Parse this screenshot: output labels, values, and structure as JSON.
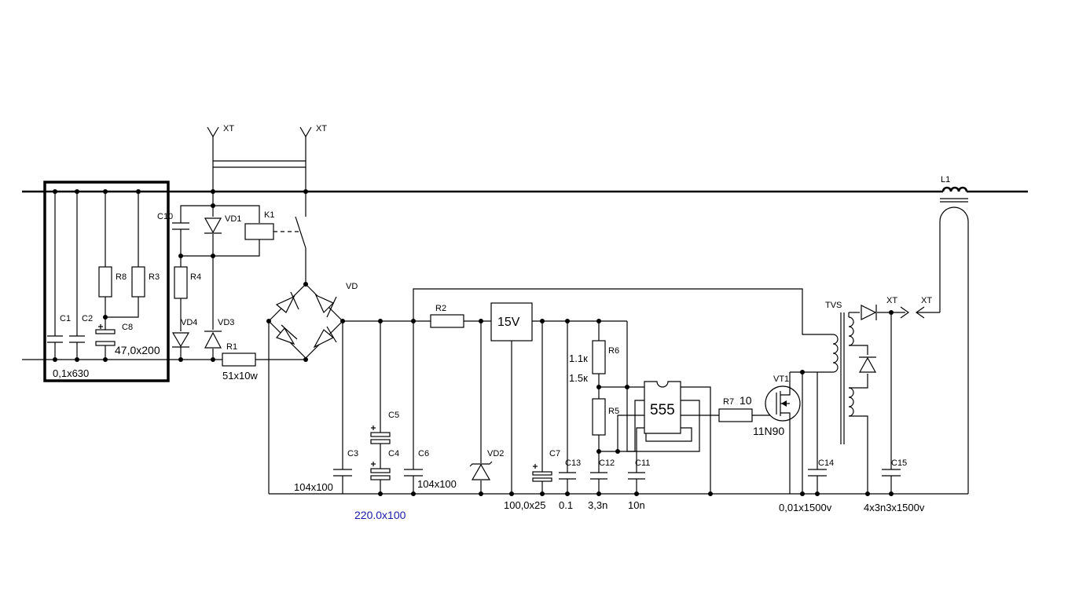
{
  "labels": {
    "xt_top_left": "XT",
    "xt_top_right": "XT",
    "c10": "C10",
    "vd1": "VD1",
    "k1": "K1",
    "r8": "R8",
    "r3": "R3",
    "r4": "R4",
    "c1": "C1",
    "c2": "C2",
    "c8": "C8",
    "c8_value": "47,0x200",
    "c1_value": "0,1x630",
    "vd4": "VD4",
    "vd3": "VD3",
    "r1": "R1",
    "r1_value": "51x10w",
    "vd": "VD",
    "r2": "R2",
    "reg": "15V",
    "c5": "C5",
    "c4": "C4",
    "c3": "C3",
    "c3_value": "104x100",
    "c6": "C6",
    "c6_value": "104x100",
    "c45_value": "220.0x100",
    "vd2": "VD2",
    "c7": "C7",
    "c7_value": "100,0x25",
    "c13": "C13",
    "c13_value": "0.1",
    "r6": "R6",
    "r6_value": "1.1к",
    "r5_value": "1.5к",
    "r5": "R5",
    "c12": "C12",
    "c12_value": "3,3n",
    "c11": "C11",
    "c11_value": "10n",
    "ic": "555",
    "r7": "R7",
    "r7_value": "10",
    "vt1": "VT1",
    "vt1_value": "11N90",
    "c14": "C14",
    "c14_value": "0,01x1500v",
    "tvs": "TVS",
    "c15": "C15",
    "c15_value": "4x3n3x1500v",
    "xt_out_left": "XT",
    "xt_out_right": "XT",
    "l1": "L1"
  }
}
